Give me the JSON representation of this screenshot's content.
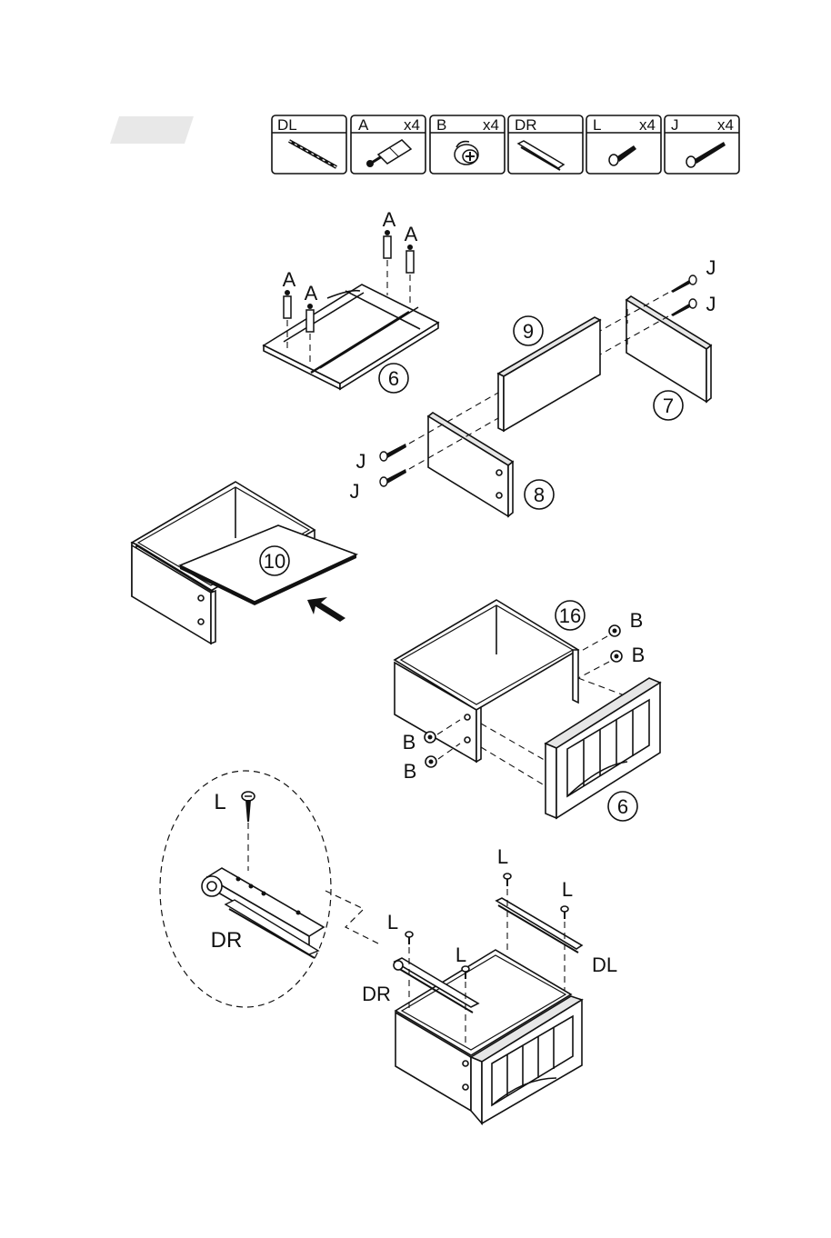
{
  "step_tab": "",
  "hardware": [
    {
      "code": "DL",
      "qty": "",
      "icon": "slide-rail-icon"
    },
    {
      "code": "A",
      "qty": "x4",
      "icon": "cam-bolt-icon"
    },
    {
      "code": "B",
      "qty": "x4",
      "icon": "cam-lock-icon"
    },
    {
      "code": "DR",
      "qty": "",
      "icon": "slide-rail-icon"
    },
    {
      "code": "L",
      "qty": "x4",
      "icon": "short-screw-icon"
    },
    {
      "code": "J",
      "qty": "x4",
      "icon": "long-screw-icon"
    }
  ],
  "part_numbers": {
    "p6_top": "6",
    "p9": "9",
    "p7": "7",
    "p8": "8",
    "p10": "10",
    "p16": "16",
    "p6_front": "6"
  },
  "hardware_callouts": {
    "a": "A",
    "b": "B",
    "j": "J",
    "l": "L",
    "dl": "DL",
    "dr": "DR"
  },
  "colors": {
    "line": "#111111",
    "tab": "#e8e8e8"
  }
}
